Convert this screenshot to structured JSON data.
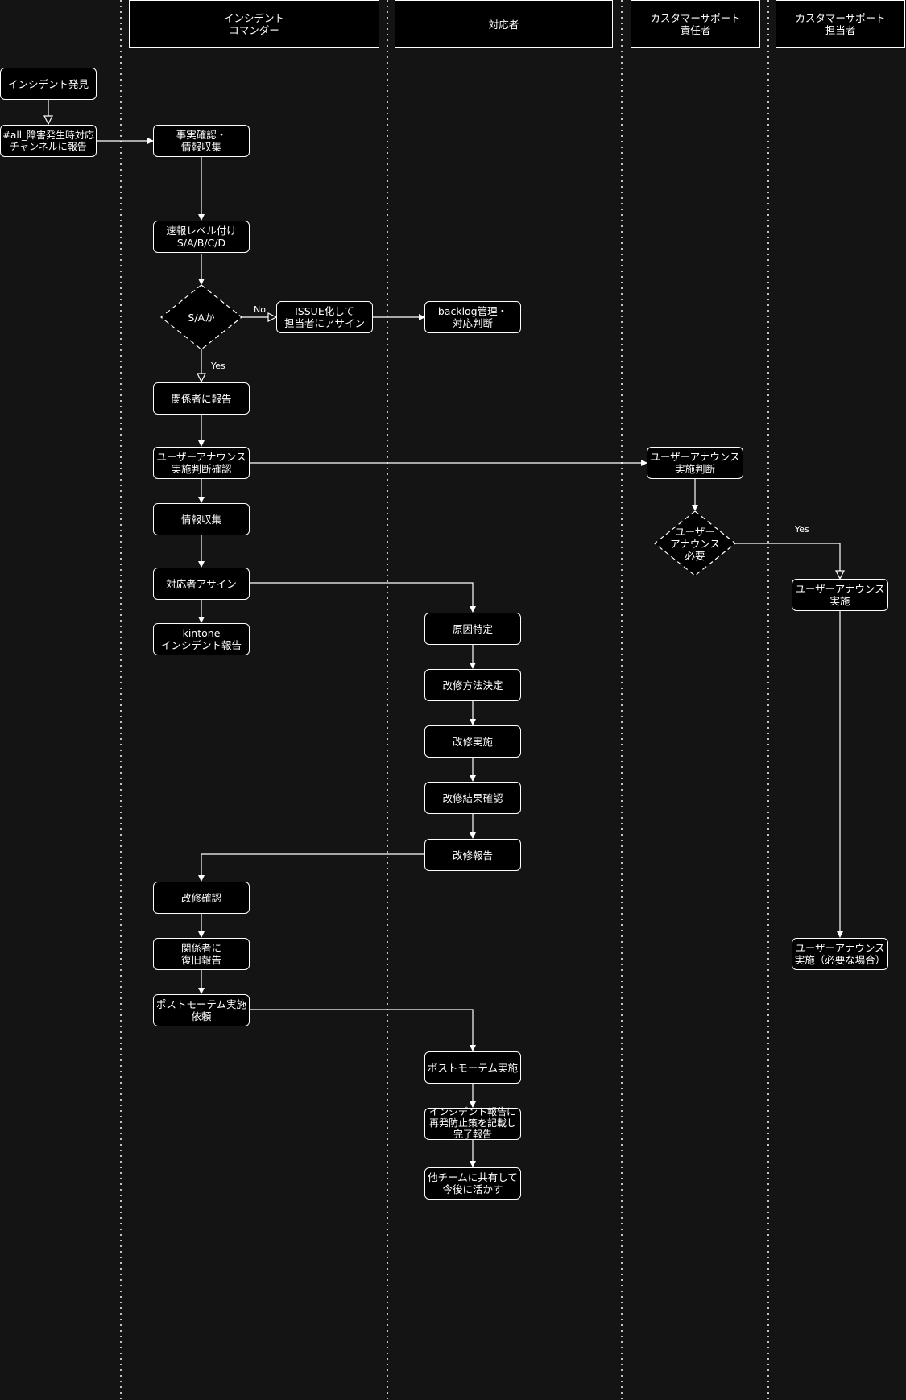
{
  "lanes": {
    "incident_commander": "インシデント\nコマンダー",
    "responder": "対応者",
    "cs_manager": "カスタマーサポート\n責任者",
    "cs_staff": "カスタマーサポート\n担当者"
  },
  "nodes": {
    "incident_found": "インシデント発見",
    "report_channel": "#all_障害発生時対応\nチャンネルに報告",
    "fact_check": "事実確認・\n情報収集",
    "level": "速報レベル付け\nS/A/B/C/D",
    "is_sa": "S/Aか",
    "issue_assign": "ISSUE化して\n担当者にアサイン",
    "backlog": "backlog管理・\n対応判断",
    "report_parties": "関係者に報告",
    "announce_confirm": "ユーザーアナウンス\n実施判断確認",
    "announce_decide": "ユーザーアナウンス\n実施判断",
    "announce_needed": "ユーザー\nアナウンス\n必要",
    "announce_do": "ユーザーアナウンス\n実施",
    "info_gather": "情報収集",
    "assign_responder": "対応者アサイン",
    "kintone": "kintone\nインシデント報告",
    "root_cause": "原因特定",
    "fix_method": "改修方法決定",
    "fix_do": "改修実施",
    "fix_result": "改修結果確認",
    "fix_report": "改修報告",
    "fix_confirm": "改修確認",
    "recovery_report": "関係者に\n復旧報告",
    "postmortem_request": "ポストモーテム実施\n依頼",
    "announce_if_needed": "ユーザーアナウンス\n実施（必要な場合）",
    "postmortem_do": "ポストモーテム実施",
    "complete_report": "インシデント報告に\n再発防止策を記載し\n完了報告",
    "share": "他チームに共有して\n今後に活かす"
  },
  "edge_labels": {
    "no": "No",
    "yes_left": "Yes",
    "yes_right": "Yes"
  },
  "colors": {
    "background": "#141414",
    "node_fill": "#000000",
    "stroke": "#ffffff"
  }
}
